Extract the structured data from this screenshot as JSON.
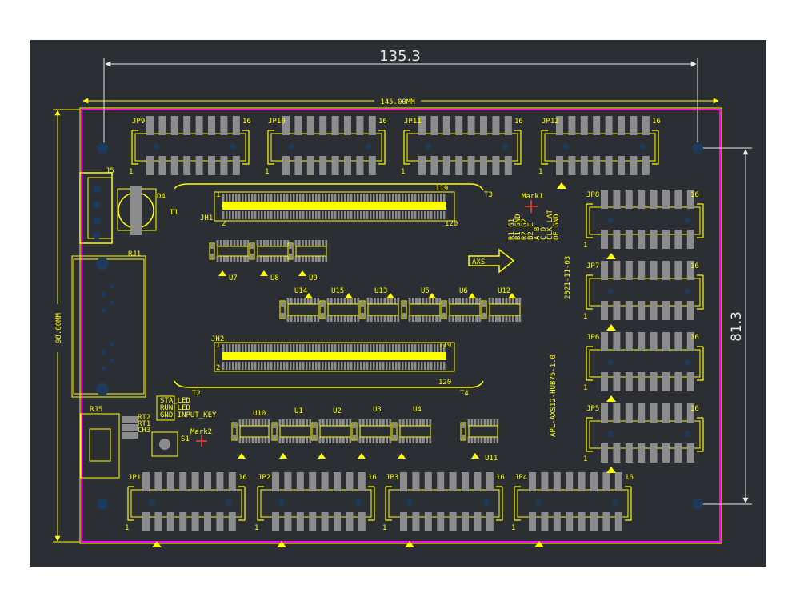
{
  "colors": {
    "background": "#2b2e33",
    "outline": "#ffff00",
    "board_edge": "#ff00ff",
    "pad": "#8c8c8c",
    "dimension": "#e8e8e8",
    "hole": "#1d3a5a"
  },
  "dimensions": {
    "top_width": "135.3",
    "board_width": "145.00MM",
    "board_height": "98.00MM",
    "right_height": "81.3"
  },
  "board": {
    "title": "APL-AXS12-HUB75-1.0",
    "date": "2021-11-03",
    "arrow_label": "AXS",
    "mark1": "Mark1",
    "mark2": "Mark2"
  },
  "connectors_top": [
    "JP9",
    "JP10",
    "JP11",
    "JP12"
  ],
  "connectors_bottom": [
    "JP1",
    "JP2",
    "JP3",
    "JP4"
  ],
  "connectors_right": [
    "JP8",
    "JP7",
    "JP6",
    "JP5"
  ],
  "pin_labels": {
    "pin16": "16",
    "pin1": "1"
  },
  "fpc": {
    "jh1": "JH1",
    "jh2": "JH2",
    "jh1_pin1": "1",
    "jh1_pin2": "2",
    "jh1_pin119": "119",
    "jh1_pin120": "120",
    "jh2_pin1": "1",
    "jh2_pin2": "2",
    "jh2_pin119": "119",
    "jh2_pin120": "120"
  },
  "components": {
    "j5": "J5",
    "d4": "D4",
    "t1": "T1",
    "t2": "T2",
    "t3": "T3",
    "t4": "T4",
    "rj1": "RJ1",
    "rj5": "RJ5",
    "s1": "S1",
    "u7": "U7",
    "u8": "U8",
    "u9": "U9",
    "u14": "U14",
    "u15": "U15",
    "u13": "U13",
    "u5": "U5",
    "u6": "U6",
    "u12": "U12",
    "u10": "U10",
    "u1": "U1",
    "u2": "U2",
    "u3": "U3",
    "u4": "U4",
    "u11": "U11",
    "rt2": "RT2",
    "rt1": "RT1",
    "ch3": "CH3"
  },
  "led_labels": {
    "line1": "STA_LED",
    "line2": "RUN_LED",
    "line3": "GND  INPUT_KEY"
  },
  "signal_labels": [
    "R1 G1",
    "B1 GND",
    "R2 G2",
    "B2 E",
    "A B",
    "C D",
    "CLK LAT",
    "OE GND"
  ]
}
